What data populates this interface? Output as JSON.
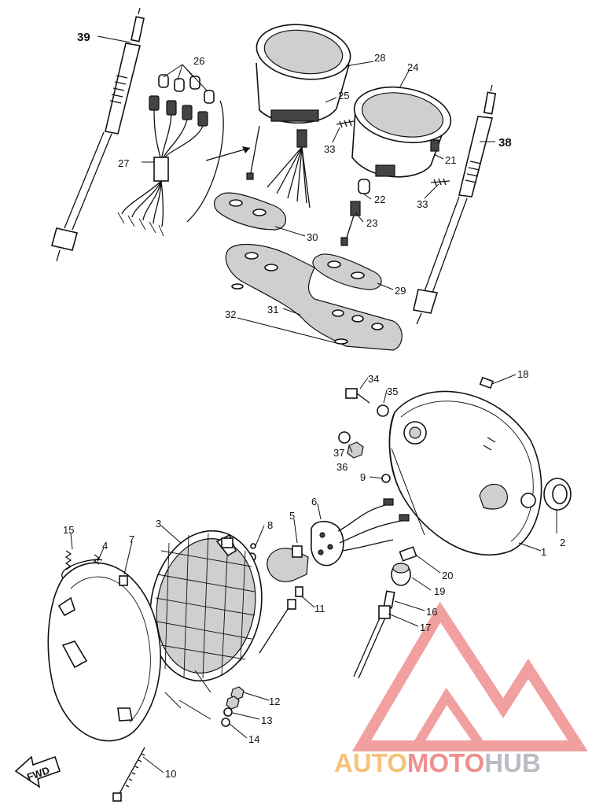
{
  "callouts": [
    {
      "id": "39",
      "text": "39",
      "bold": true
    },
    {
      "id": "26",
      "text": "26"
    },
    {
      "id": "27",
      "text": "27"
    },
    {
      "id": "28",
      "text": "28"
    },
    {
      "id": "25",
      "text": "25"
    },
    {
      "id": "24",
      "text": "24"
    },
    {
      "id": "33a",
      "text": "33"
    },
    {
      "id": "21",
      "text": "21"
    },
    {
      "id": "38",
      "text": "38",
      "bold": true
    },
    {
      "id": "22",
      "text": "22"
    },
    {
      "id": "33b",
      "text": "33"
    },
    {
      "id": "23",
      "text": "23"
    },
    {
      "id": "30",
      "text": "30"
    },
    {
      "id": "29",
      "text": "29"
    },
    {
      "id": "31",
      "text": "31"
    },
    {
      "id": "32",
      "text": "32"
    },
    {
      "id": "34",
      "text": "34"
    },
    {
      "id": "35",
      "text": "35"
    },
    {
      "id": "18",
      "text": "18"
    },
    {
      "id": "37",
      "text": "37"
    },
    {
      "id": "36",
      "text": "36"
    },
    {
      "id": "9",
      "text": "9"
    },
    {
      "id": "6",
      "text": "6"
    },
    {
      "id": "2",
      "text": "2"
    },
    {
      "id": "1",
      "text": "1"
    },
    {
      "id": "15",
      "text": "15"
    },
    {
      "id": "4",
      "text": "4"
    },
    {
      "id": "7",
      "text": "7"
    },
    {
      "id": "3",
      "text": "3"
    },
    {
      "id": "8",
      "text": "8"
    },
    {
      "id": "5",
      "text": "5"
    },
    {
      "id": "20",
      "text": "20"
    },
    {
      "id": "19",
      "text": "19"
    },
    {
      "id": "11",
      "text": "11"
    },
    {
      "id": "16",
      "text": "16"
    },
    {
      "id": "17",
      "text": "17"
    },
    {
      "id": "12",
      "text": "12"
    },
    {
      "id": "13",
      "text": "13"
    },
    {
      "id": "14",
      "text": "14"
    },
    {
      "id": "10",
      "text": "10"
    }
  ],
  "fwd_label": "FWD",
  "watermark": {
    "part1": "AUTO",
    "part2": "MOTO",
    "part3": "HUB",
    "colors": {
      "auto": "#f6c27a",
      "moto": "#ef8f8f",
      "hub": "#b9bcc3",
      "triangle": "#ef8f8f"
    }
  }
}
